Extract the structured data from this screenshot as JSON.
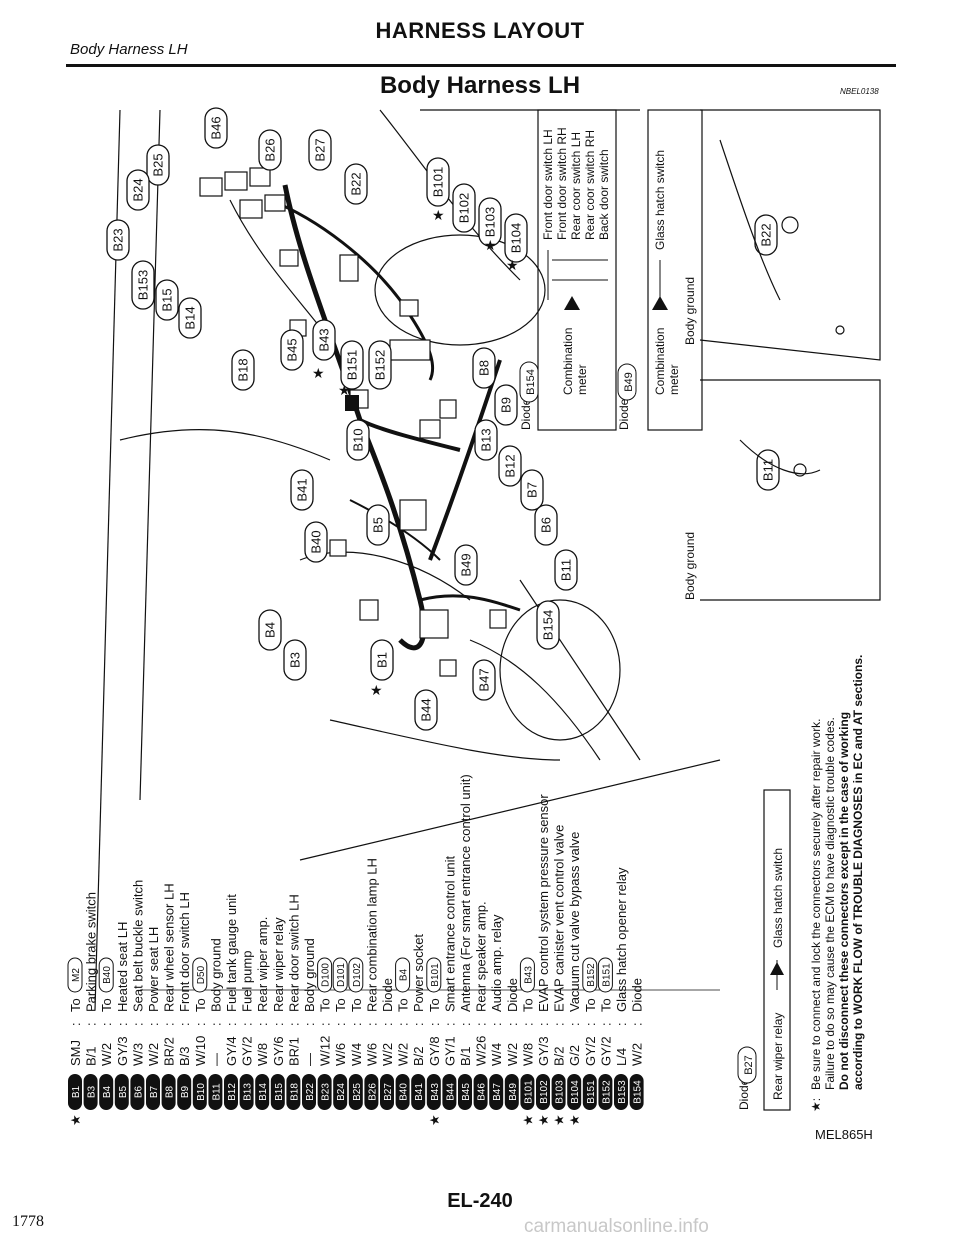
{
  "header": {
    "subtitle": "Body Harness LH",
    "title": "HARNESS LAYOUT"
  },
  "section_title": "Body Harness LH",
  "ref_code": "NBEL0138",
  "figure_code": "MEL865H",
  "page_number": "EL-240",
  "side_number": "1778",
  "watermark": "carmanualsonline.info",
  "callouts": [
    "B46",
    "B26",
    "B25",
    "B27",
    "B24",
    "B22",
    "B23",
    "B101",
    "B153",
    "B102",
    "B15",
    "B103",
    "B14",
    "B104",
    "B18",
    "B45",
    "B43",
    "B151",
    "B152",
    "B8",
    "B9",
    "B10",
    "B13",
    "B12",
    "B41",
    "B7",
    "B5",
    "B40",
    "B6",
    "B49",
    "B11",
    "B154",
    "B4",
    "B3",
    "B1",
    "B47",
    "B44",
    "B22",
    "B11"
  ],
  "diagram_texts": {
    "star": "★",
    "switch_list": [
      "Front door switch LH",
      "Front door switch RH",
      "Rear coor switch LH",
      "Rear coor switch RH",
      "Back door switch"
    ],
    "diode_b154": "Diode",
    "diode_b154_conn": "B154",
    "combo_meter_1": [
      "Combination",
      "meter"
    ],
    "diode_b49": "Diode",
    "diode_b49_conn": "B49",
    "combo_meter_2": [
      "Combination",
      "meter"
    ],
    "glass_hatch_switch": "Glass hatch switch",
    "body_ground_1": "Body ground",
    "body_ground_2": "Body ground"
  },
  "legend": [
    {
      "star": true,
      "conn": "B1",
      "code": "SMJ",
      "desc": "To",
      "ref": "M2"
    },
    {
      "star": false,
      "conn": "B3",
      "code": "B/1",
      "desc": "Parking brake switch"
    },
    {
      "star": false,
      "conn": "B4",
      "code": "W/2",
      "desc": "To",
      "ref": "B40"
    },
    {
      "star": false,
      "conn": "B5",
      "code": "GY/3",
      "desc": "Heated seat LH"
    },
    {
      "star": false,
      "conn": "B6",
      "code": "W/3",
      "desc": "Seat belt buckle switch"
    },
    {
      "star": false,
      "conn": "B7",
      "code": "W/2",
      "desc": "Power seat LH"
    },
    {
      "star": false,
      "conn": "B8",
      "code": "BR/2",
      "desc": "Rear wheel sensor LH"
    },
    {
      "star": false,
      "conn": "B9",
      "code": "B/3",
      "desc": "Front door switch LH"
    },
    {
      "star": false,
      "conn": "B10",
      "code": "W/10",
      "desc": "To",
      "ref": "D50"
    },
    {
      "star": false,
      "conn": "B11",
      "code": "—",
      "desc": "Body ground"
    },
    {
      "star": false,
      "conn": "B12",
      "code": "GY/4",
      "desc": "Fuel tank gauge unit"
    },
    {
      "star": false,
      "conn": "B13",
      "code": "GY/2",
      "desc": "Fuel pump"
    },
    {
      "star": false,
      "conn": "B14",
      "code": "W/8",
      "desc": "Rear wiper amp."
    },
    {
      "star": false,
      "conn": "B15",
      "code": "GY/6",
      "desc": "Rear wiper relay"
    },
    {
      "star": false,
      "conn": "B18",
      "code": "BR/1",
      "desc": "Rear door switch LH"
    },
    {
      "star": false,
      "conn": "B22",
      "code": "—",
      "desc": "Body ground"
    },
    {
      "star": false,
      "conn": "B23",
      "code": "W/12",
      "desc": "To",
      "ref": "D100"
    },
    {
      "star": false,
      "conn": "B24",
      "code": "W/6",
      "desc": "To",
      "ref": "D101"
    },
    {
      "star": false,
      "conn": "B25",
      "code": "W/4",
      "desc": "To",
      "ref": "D102"
    },
    {
      "star": false,
      "conn": "B26",
      "code": "W/6",
      "desc": "Rear combination lamp LH"
    },
    {
      "star": false,
      "conn": "B27",
      "code": "W/2",
      "desc": "Diode"
    },
    {
      "star": false,
      "conn": "B40",
      "code": "W/2",
      "desc": "To",
      "ref": "B4"
    },
    {
      "star": false,
      "conn": "B41",
      "code": "B/2",
      "desc": "Power socket"
    },
    {
      "star": true,
      "conn": "B43",
      "code": "GY/8",
      "desc": "To",
      "ref": "B101"
    },
    {
      "star": false,
      "conn": "B44",
      "code": "GY/1",
      "desc": "Smart entrance control unit"
    },
    {
      "star": false,
      "conn": "B45",
      "code": "B/1",
      "desc": "Antenna (For smart entrance control unit)"
    },
    {
      "star": false,
      "conn": "B46",
      "code": "W/26",
      "desc": "Rear speaker amp."
    },
    {
      "star": false,
      "conn": "B47",
      "code": "W/4",
      "desc": "Audio amp. relay"
    },
    {
      "star": false,
      "conn": "B49",
      "code": "W/2",
      "desc": "Diode"
    },
    {
      "star": true,
      "conn": "B101",
      "code": "W/8",
      "desc": "To",
      "ref": "B43"
    },
    {
      "star": true,
      "conn": "B102",
      "code": "GY/3",
      "desc": "EVAP control system pressure sensor"
    },
    {
      "star": true,
      "conn": "B103",
      "code": "B/2",
      "desc": "EVAP canister vent control valve"
    },
    {
      "star": true,
      "conn": "B104",
      "code": "G/2",
      "desc": "Vacuum cut valve bypass valve"
    },
    {
      "star": false,
      "conn": "B151",
      "code": "GY/2",
      "desc": "To",
      "ref": "B152"
    },
    {
      "star": false,
      "conn": "B152",
      "code": "GY/2",
      "desc": "To",
      "ref": "B151"
    },
    {
      "star": false,
      "conn": "B153",
      "code": "L/4",
      "desc": "Glass hatch opener relay"
    },
    {
      "star": false,
      "conn": "B154",
      "code": "W/2",
      "desc": "Diode"
    }
  ],
  "legend_extra": {
    "diode_label": "Diode",
    "diode_conn": "B27",
    "box_left": "Rear wiper relay",
    "box_right": "Glass hatch switch"
  },
  "notes": {
    "star_prefix": "★:",
    "line1": "Be sure to connect and lock the connectors securely after repair work.",
    "line2": "Failure to do so may cause the ECM to have diagnostic trouble codes.",
    "line3": "Do not disconnect these connectors except in the case of working",
    "line4": "according to WORK FLOW of TROUBLE DIAGNOSES in EC and AT sections."
  },
  "colors": {
    "ink": "#111111",
    "watermark": "#c8c8c8"
  }
}
